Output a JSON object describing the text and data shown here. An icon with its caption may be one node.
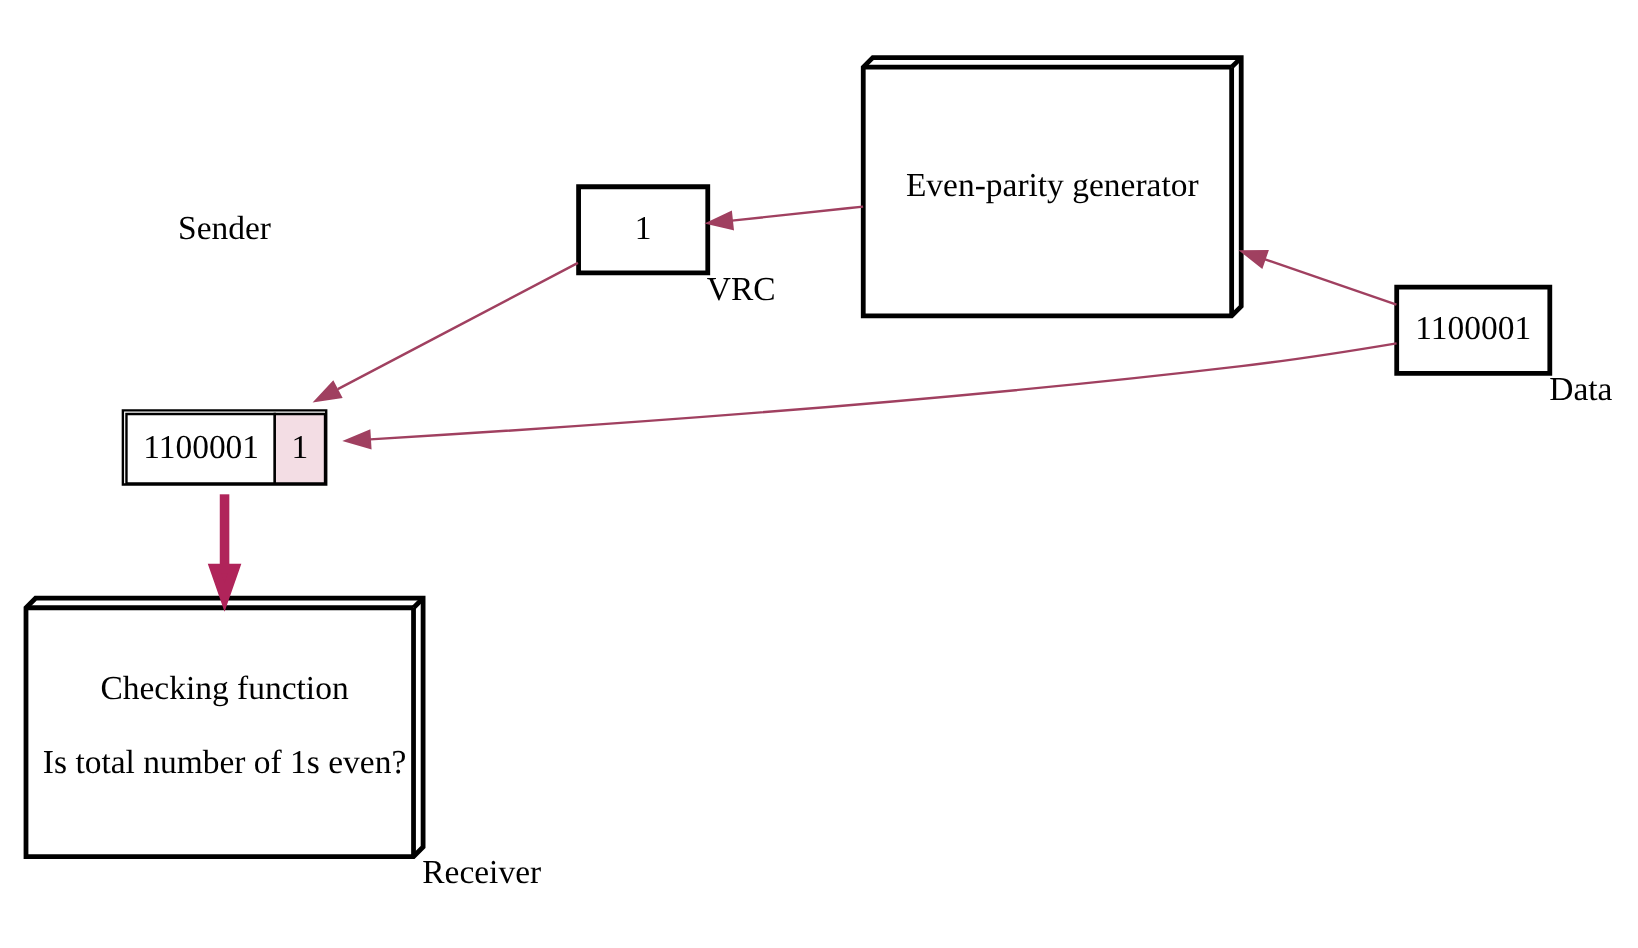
{
  "diagram": {
    "nodes": [
      {
        "text": [
          "Checking function",
          "Is total number of 1s even?"
        ],
        "beside": [
          "Receiver"
        ]
      },
      {
        "text": [
          "1100001"
        ],
        "beside": [
          "Data"
        ]
      },
      {
        "text": [
          "Even-parity generator"
        ]
      },
      {
        "text": [
          "1100001",
          "1"
        ]
      },
      {
        "text": [
          "1"
        ],
        "beside": [
          "VRC"
        ]
      }
    ],
    "edges": [
      {
        "from": 1,
        "to": 2,
        "arrow": "to"
      },
      {
        "from": 2,
        "to": 4,
        "arrow": "to"
      },
      {
        "from": 1,
        "to": 3,
        "arrow": "to"
      },
      {
        "from": 4,
        "to": 3,
        "arrow": "to"
      },
      {
        "from": 3,
        "to": 0,
        "arrow": "to",
        "style": "thick",
        "color": "#b0245a"
      }
    ],
    "labels": [
      "Sender"
    ]
  }
}
